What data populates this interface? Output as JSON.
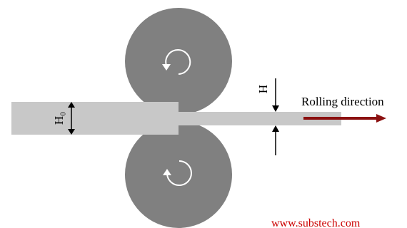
{
  "labels": {
    "initial_thickness": "H₀",
    "final_thickness": "H",
    "rolling_direction": "Rolling direction",
    "watermark": "www.substech.com"
  },
  "icons": {
    "top_roller": "rotate-counterclockwise-icon",
    "bottom_roller": "rotate-clockwise-icon"
  },
  "colors": {
    "roller": "#808080",
    "strip": "#c8c8c8",
    "arrow_rolling": "#8b1010",
    "watermark": "#cc0000",
    "dimension": "#000000"
  }
}
